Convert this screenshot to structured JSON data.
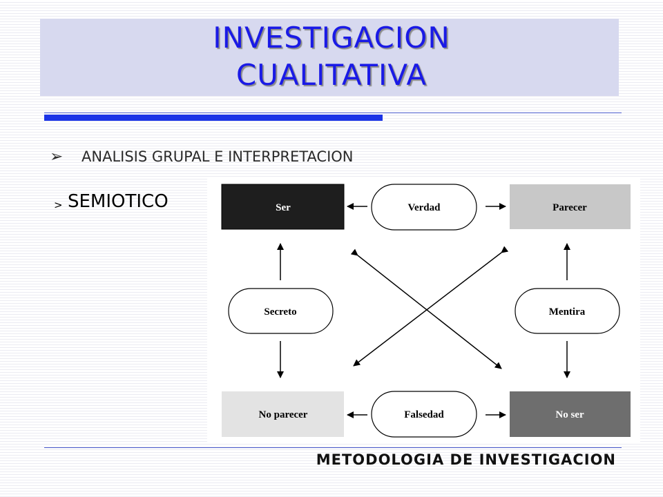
{
  "title": {
    "line1": "INVESTIGACION",
    "line2": "CUALITATIVA"
  },
  "bullet": {
    "marker": "➢",
    "text": "ANALISIS GRUPAL E INTERPRETACION"
  },
  "subheading": {
    "marker": ">",
    "text": "SEMIOTICO"
  },
  "diagram": {
    "boxes": {
      "ser": "Ser",
      "parecer": "Parecer",
      "no_parecer": "No parecer",
      "no_ser": "No ser"
    },
    "pills": {
      "verdad": "Verdad",
      "falsedad": "Falsedad",
      "secreto": "Secreto",
      "mentira": "Mentira"
    },
    "colors": {
      "ser": "#1e1e1e",
      "parecer": "#c8c8c8",
      "no_parecer": "#e3e3e3",
      "no_ser": "#6e6e6e"
    }
  },
  "footer": "METODOLOGIA DE INVESTIGACION",
  "theme": {
    "title_color": "#1a1ae6",
    "accent_bar": "#1a33e6",
    "title_band": "#d7d9ef"
  }
}
